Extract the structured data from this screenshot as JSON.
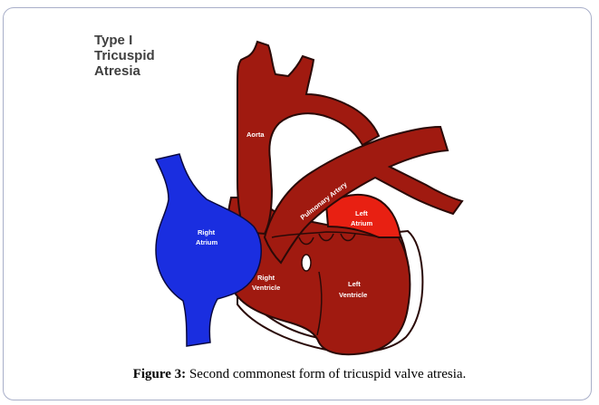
{
  "diagram": {
    "title_lines": [
      "Type I",
      "Tricuspid",
      "Atresia"
    ],
    "labels": {
      "aorta": "Aorta",
      "pulmonary_artery": "Pulmonary Artery",
      "right_atrium_1": "Right",
      "right_atrium_2": "Atrium",
      "left_atrium_1": "Left",
      "left_atrium_2": "Atrium",
      "right_ventricle_1": "Right",
      "right_ventricle_2": "Ventricle",
      "left_ventricle_1": "Left",
      "left_ventricle_2": "Ventricle"
    },
    "colors": {
      "heart": "#a01a10",
      "right_atrium": "#1a2ee0",
      "left_atrium": "#e82012",
      "outline": "#2a0a08"
    }
  },
  "caption": {
    "label": "Figure 3:",
    "text": " Second commonest form of tricuspid valve atresia."
  }
}
